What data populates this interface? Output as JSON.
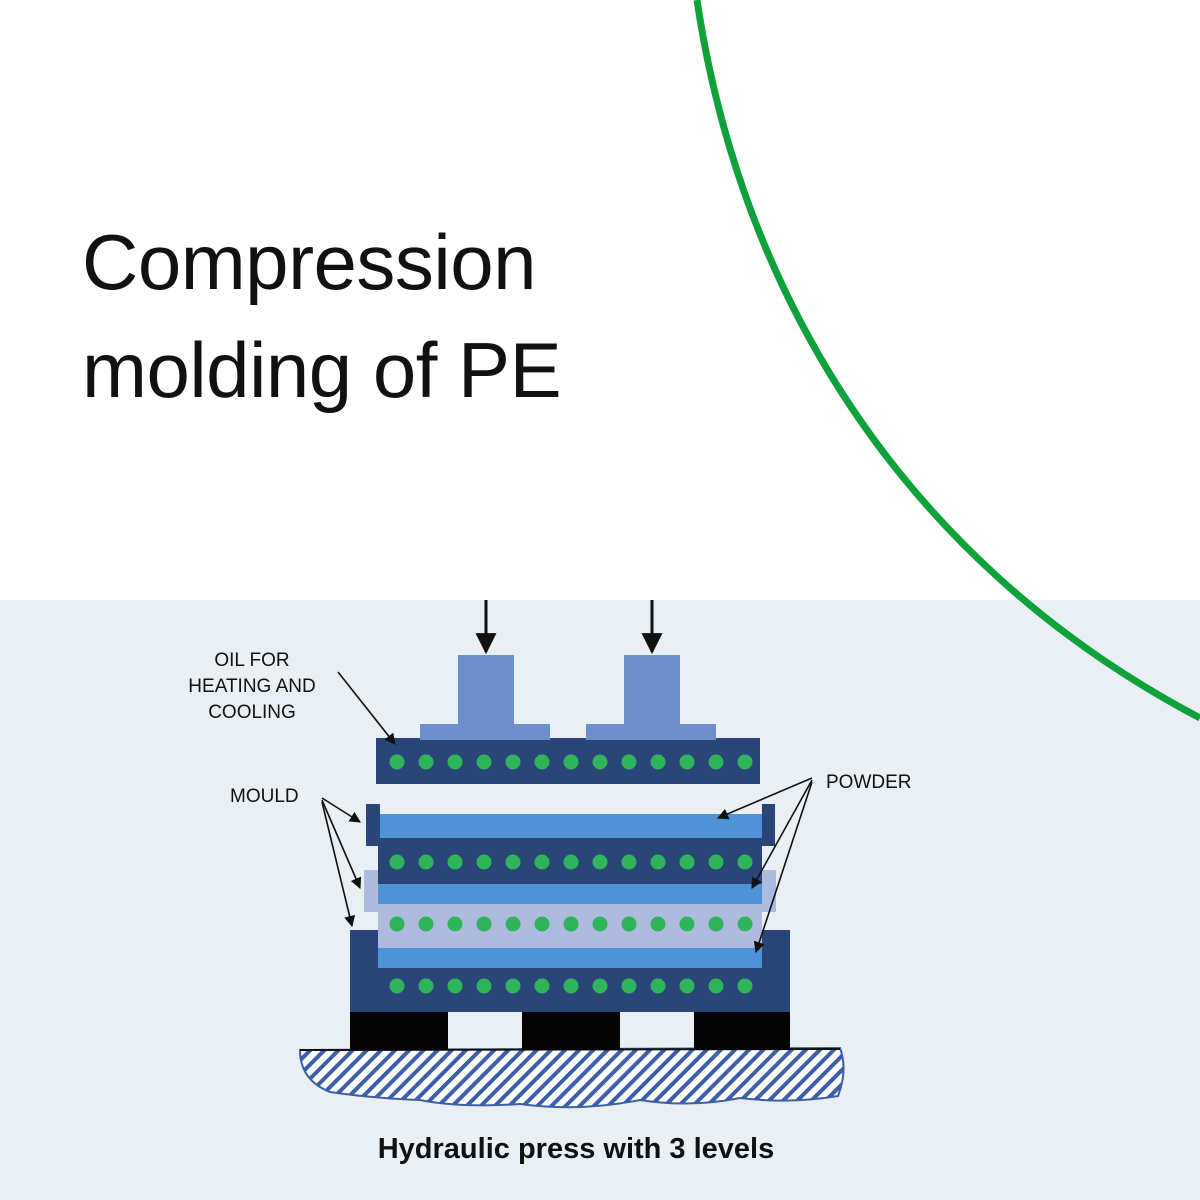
{
  "title": {
    "line1": "Compression",
    "line2": "molding of PE"
  },
  "diagram": {
    "labels": {
      "oil_line1": "OIL FOR",
      "oil_line2": "HEATING AND",
      "oil_line3": "COOLING",
      "mould": "MOULD",
      "powder": "POWDER"
    },
    "caption": "Hydraulic press with 3 levels"
  },
  "colors": {
    "accent_green": "#0fa23a",
    "dot_green": "#2fb45a",
    "platen_navy": "#2a4578",
    "mould_blue": "#4d93d6",
    "mould_light": "#aebbdf",
    "ram_blue": "#6d8fca",
    "panel_bg": "#e9eff2"
  }
}
